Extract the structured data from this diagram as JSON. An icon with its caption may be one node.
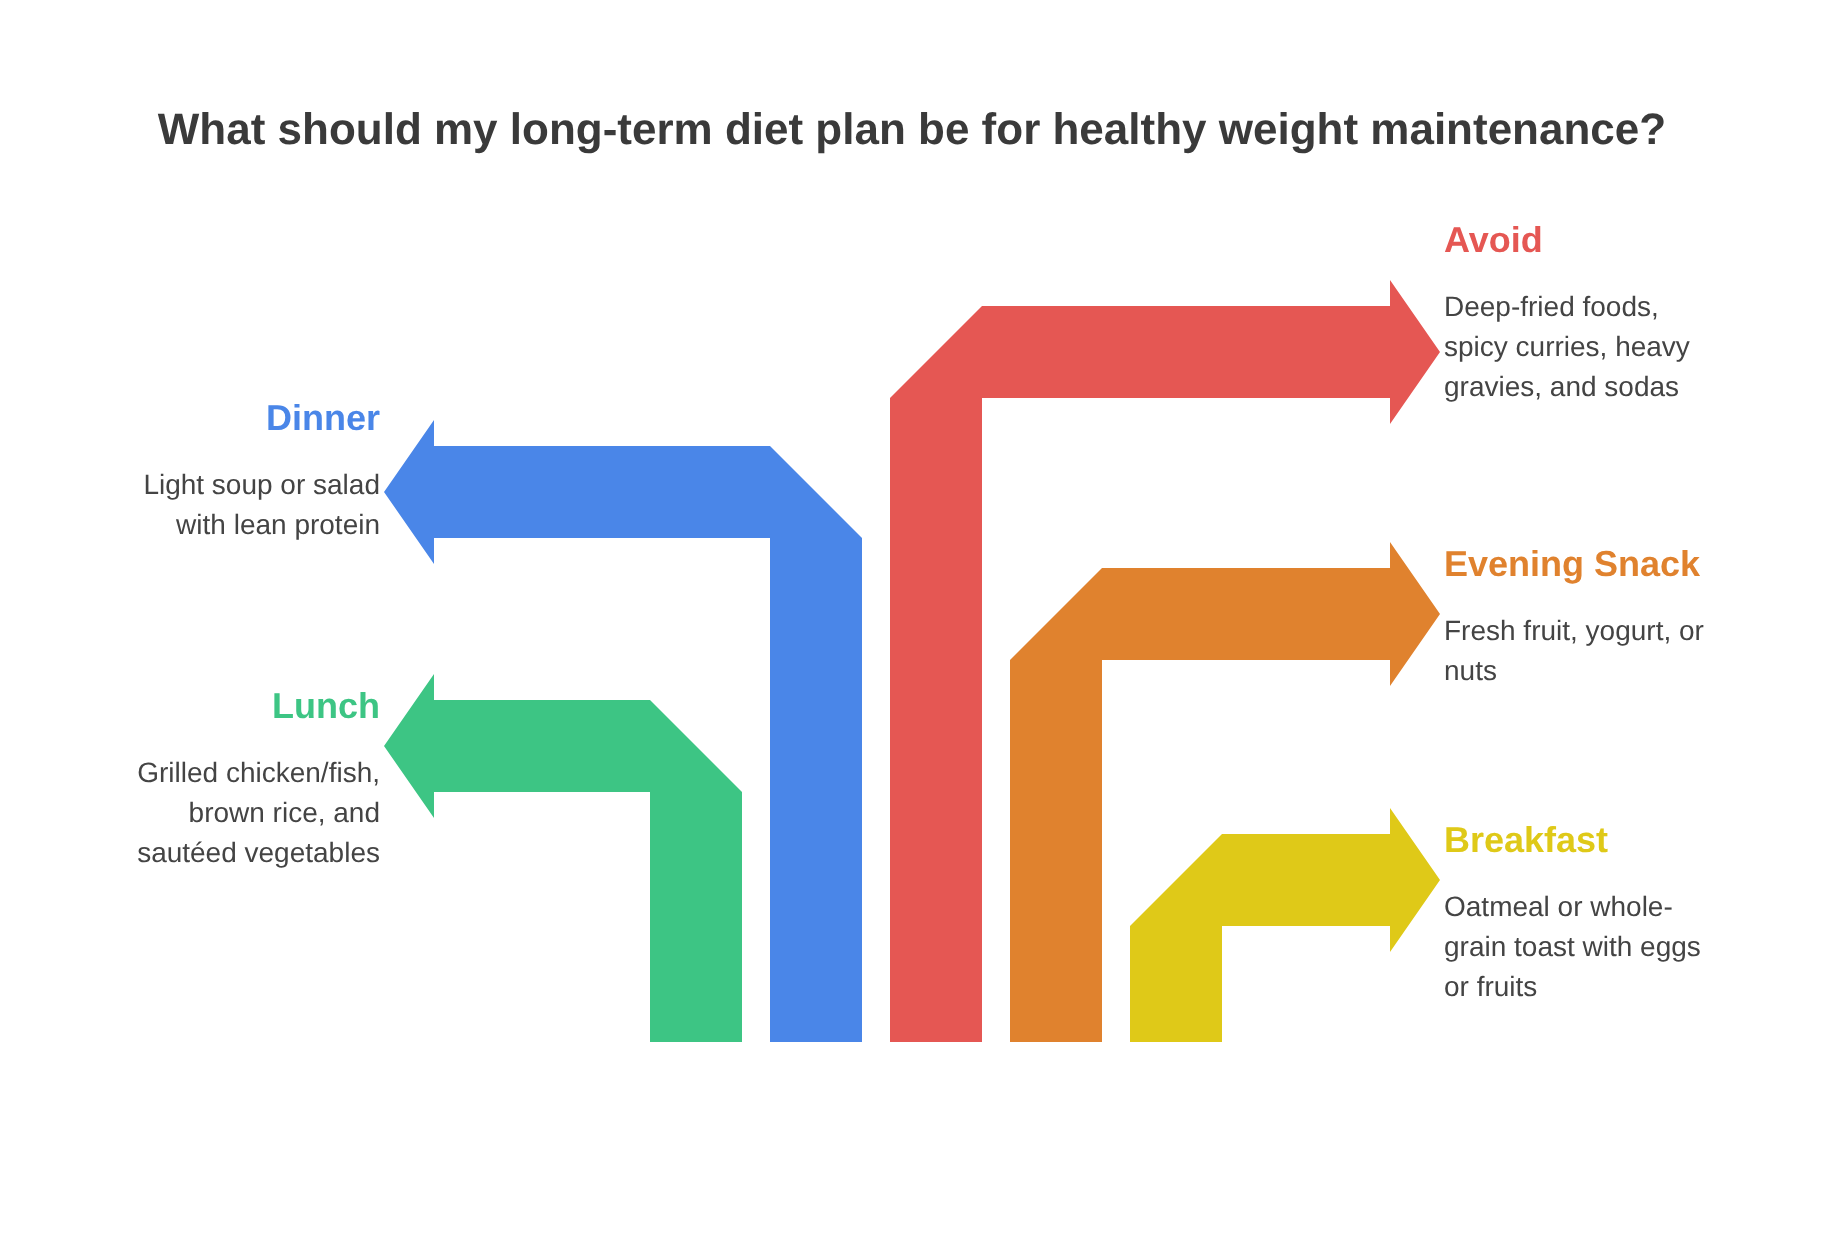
{
  "diagram": {
    "title": "What should my long-term diet plan be for healthy weight maintenance?",
    "nodes": [
      {
        "text": [
          "Avoid",
          "Deep-fried foods, spicy curries, heavy gravies, and sodas"
        ]
      },
      {
        "text": [
          "Dinner",
          "Light soup or salad with lean protein"
        ]
      },
      {
        "text": [
          "Evening Snack",
          "Fresh fruit, yogurt, or nuts"
        ]
      },
      {
        "text": [
          "Lunch",
          "Grilled chicken/fish, brown rice, and sautéed vegetables"
        ]
      },
      {
        "text": [
          "Breakfast",
          "Oatmeal or whole-grain toast with eggs or fruits"
        ]
      }
    ],
    "edges": [
      {
        "from": null,
        "to": 3,
        "arrow": "to",
        "color": "#3dc584"
      },
      {
        "from": null,
        "to": 1,
        "arrow": "to",
        "color": "#4a86e8"
      },
      {
        "from": null,
        "to": 0,
        "arrow": "to",
        "color": "#e55753"
      },
      {
        "from": null,
        "to": 2,
        "arrow": "to",
        "color": "#e0822e"
      },
      {
        "from": null,
        "to": 4,
        "arrow": "to",
        "color": "#dfc918"
      }
    ]
  }
}
